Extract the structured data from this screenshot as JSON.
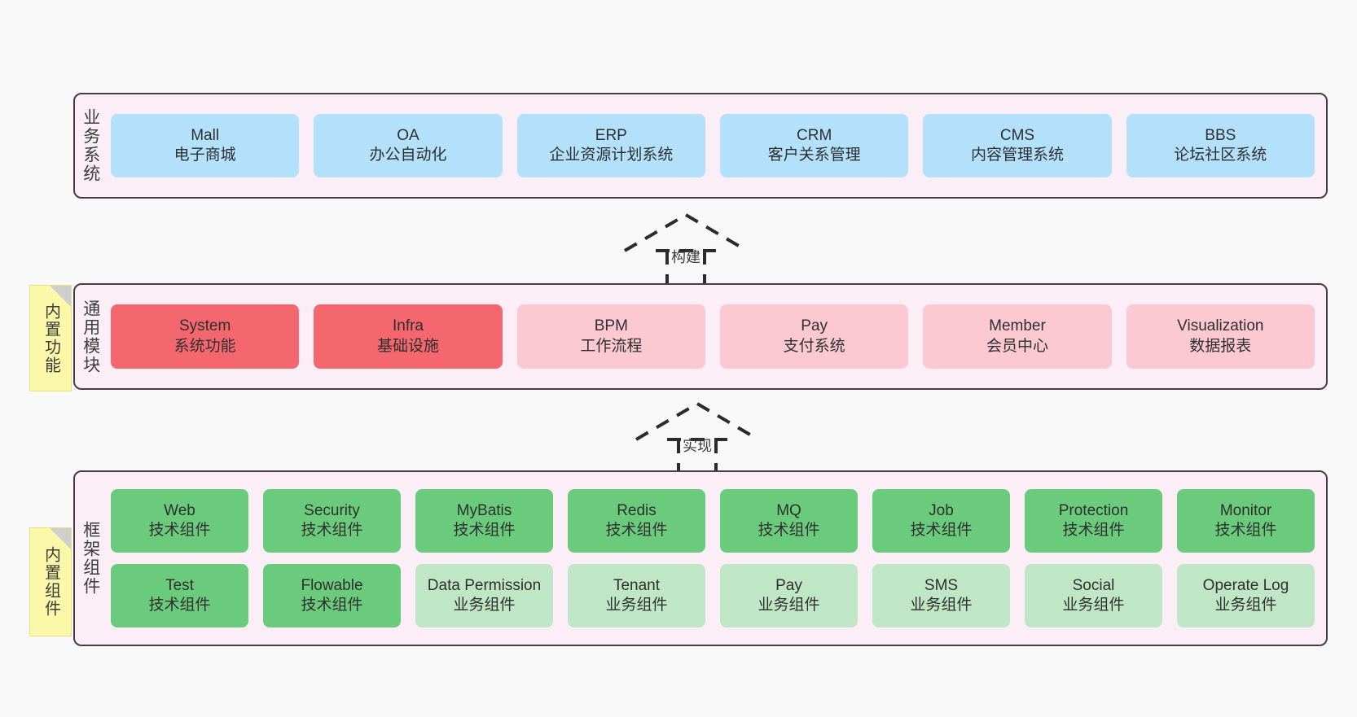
{
  "diagram": {
    "title": "",
    "colors": {
      "canvas_bg": "#f9f9f9",
      "layer_bg": "#fbeef7",
      "layer_border": "#4a3b45",
      "business_card": "#b3e0fb",
      "module_core_card": "#f4676e",
      "module_card": "#fcc9d3",
      "tech_component_card": "#6bcb7d",
      "business_component_card": "#bfe7c6",
      "note_bg": "#fbf8a9",
      "note_fold": "#cfcfcf"
    }
  },
  "layers": [
    {
      "id": "business-systems",
      "label": "业务系统",
      "rows": [
        [
          {
            "title": "Mall",
            "sub": "电子商城",
            "style": "c-blue"
          },
          {
            "title": "OA",
            "sub": "办公自动化",
            "style": "c-blue"
          },
          {
            "title": "ERP",
            "sub": "企业资源计划系统",
            "style": "c-blue"
          },
          {
            "title": "CRM",
            "sub": "客户关系管理",
            "style": "c-blue"
          },
          {
            "title": "CMS",
            "sub": "内容管理系统",
            "style": "c-blue"
          },
          {
            "title": "BBS",
            "sub": "论坛社区系统",
            "style": "c-blue"
          }
        ]
      ]
    },
    {
      "id": "common-modules",
      "label": "通用模块",
      "rows": [
        [
          {
            "title": "System",
            "sub": "系统功能",
            "style": "c-red"
          },
          {
            "title": "Infra",
            "sub": "基础设施",
            "style": "c-red"
          },
          {
            "title": "BPM",
            "sub": "工作流程",
            "style": "c-pink"
          },
          {
            "title": "Pay",
            "sub": "支付系统",
            "style": "c-pink"
          },
          {
            "title": "Member",
            "sub": "会员中心",
            "style": "c-pink"
          },
          {
            "title": "Visualization",
            "sub": "数据报表",
            "style": "c-pink"
          }
        ]
      ]
    },
    {
      "id": "framework-components",
      "label": "框架组件",
      "rows": [
        [
          {
            "title": "Web",
            "sub": "技术组件",
            "style": "c-green"
          },
          {
            "title": "Security",
            "sub": "技术组件",
            "style": "c-green"
          },
          {
            "title": "MyBatis",
            "sub": "技术组件",
            "style": "c-green"
          },
          {
            "title": "Redis",
            "sub": "技术组件",
            "style": "c-green"
          },
          {
            "title": "MQ",
            "sub": "技术组件",
            "style": "c-green"
          },
          {
            "title": "Job",
            "sub": "技术组件",
            "style": "c-green"
          },
          {
            "title": "Protection",
            "sub": "技术组件",
            "style": "c-green"
          },
          {
            "title": "Monitor",
            "sub": "技术组件",
            "style": "c-green"
          }
        ],
        [
          {
            "title": "Test",
            "sub": "技术组件",
            "style": "c-green"
          },
          {
            "title": "Flowable",
            "sub": "技术组件",
            "style": "c-green"
          },
          {
            "title": "Data Permission",
            "sub": "业务组件",
            "style": "c-green-light"
          },
          {
            "title": "Tenant",
            "sub": "业务组件",
            "style": "c-green-light"
          },
          {
            "title": "Pay",
            "sub": "业务组件",
            "style": "c-green-light"
          },
          {
            "title": "SMS",
            "sub": "业务组件",
            "style": "c-green-light"
          },
          {
            "title": "Social",
            "sub": "业务组件",
            "style": "c-green-light"
          },
          {
            "title": "Operate Log",
            "sub": "业务组件",
            "style": "c-green-light"
          }
        ]
      ]
    }
  ],
  "notes": [
    {
      "id": "builtin-features",
      "text": "内置功能"
    },
    {
      "id": "builtin-components",
      "text": "内置组件"
    }
  ],
  "connectors": [
    {
      "id": "build-arrow",
      "label": "构建"
    },
    {
      "id": "implement-arrow",
      "label": "实现"
    }
  ]
}
